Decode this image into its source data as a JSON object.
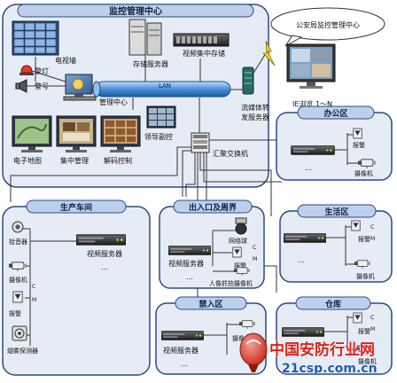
{
  "control_center": {
    "title": "监控管理中心",
    "tv_wall": "电视墙",
    "storage_server": "存储服务器",
    "video_storage": "视频集中存储",
    "lan": "LAN",
    "mgmt_center": "管理中心",
    "alarm_light": "警灯",
    "alarm_bell": "警号",
    "e_map": "电子地图",
    "central_mgmt": "集中管理",
    "decode_ctrl": "解码控制",
    "leader_sub": "领导副控",
    "stream_server": "流媒体转发服务器",
    "switch": "汇聚交换机"
  },
  "police": {
    "title": "公安局监控管理中心",
    "ie": "IE浏览 1～N"
  },
  "zones": {
    "office": {
      "title": "办公区",
      "alarm": "报警",
      "camera": "摄像机"
    },
    "production": {
      "title": "生产车间",
      "pickup": "拾音器",
      "video_server": "视频服务器",
      "camera": "摄像机",
      "alarm": "报警",
      "smoke": "烟雾探测器"
    },
    "entrance": {
      "title": "出入口及周界",
      "ball": "网络球",
      "video_server": "视频服务器",
      "alarm": "报警",
      "face_cam": "人像抓拍摄像机"
    },
    "living": {
      "title": "生活区",
      "alarm": "报警",
      "camera": "摄像机"
    },
    "restricted": {
      "title": "禁入区",
      "video_server": "视频服务器",
      "camera": "摄像机"
    },
    "warehouse": {
      "title": "仓库",
      "alarm": "报警",
      "camera": "摄像机"
    }
  },
  "watermark": {
    "cn": "中国安防行业网",
    "url": "21csp.com.cn"
  },
  "ellipsis": "…",
  "cm_c": "C",
  "cm_m": "M",
  "colors": {
    "panel_bg": "#e6ecf6",
    "panel_stroke": "#2c4a82",
    "title_bg": "#bcd0ee",
    "lan": "#4b8fd6",
    "wm_red": "#d8261a",
    "wm_blue": "#1a5db0"
  }
}
